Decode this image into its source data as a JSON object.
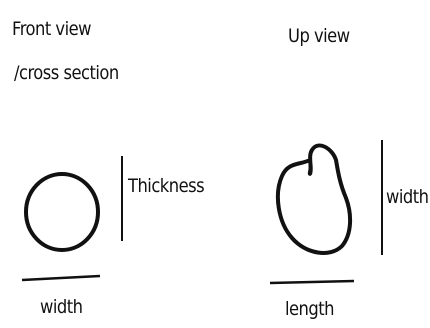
{
  "front_view": {
    "title_line1": "Front view",
    "title_line2": "/cross section",
    "vertical_label": "Thickness",
    "horizontal_label": "width"
  },
  "up_view": {
    "title": "Up view",
    "vertical_label": "width",
    "horizontal_label": "length"
  },
  "colors": {
    "ink": "#111111",
    "background": "#ffffff"
  }
}
